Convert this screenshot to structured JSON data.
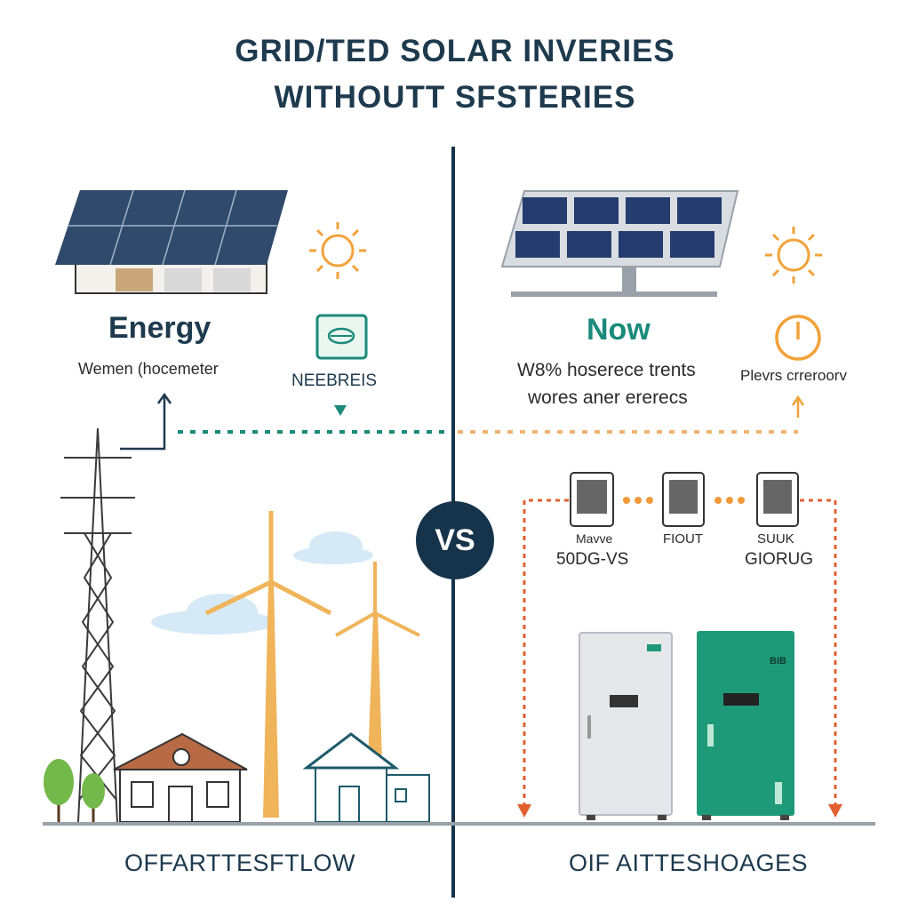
{
  "title": {
    "line1": "GRID/TED SOLAR INVERIES",
    "line2": "WITHOUTT SFSTERIES"
  },
  "left": {
    "heading": "Energy",
    "subtext": "Wemen (hocemeter",
    "meter_label": "NEEBREIS",
    "bottom_label": "OFFARTTESFTLOW"
  },
  "center": {
    "vs_label": "VS"
  },
  "right": {
    "heading": "Now",
    "line1": "W8% hoserece trents",
    "line2": "wores aner ererecs",
    "power_label": "Plevrs crreroorv",
    "devices": [
      {
        "label_top": "Mavve",
        "label_bottom": "50DG-VS"
      },
      {
        "label_top": "FIOUT",
        "label_bottom": ""
      },
      {
        "label_top": "SUUK",
        "label_bottom": "GIORUG"
      }
    ],
    "cabinet_badge": "BIB",
    "bottom_label": "OIF AITTESHOAGES"
  },
  "colors": {
    "navy": "#1d3a4e",
    "teal": "#1a8a7a",
    "orange": "#e8a23a",
    "red_orange": "#e06030",
    "green_cabinet": "#1f9a78",
    "grey_cabinet": "#e6e7ea",
    "panel_blue": "#243c6e",
    "sun": "#f2a23a"
  }
}
